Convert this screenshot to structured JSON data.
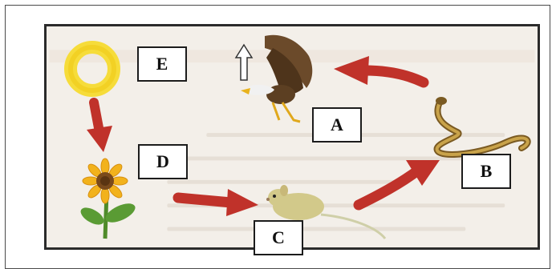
{
  "labels": {
    "a": "A",
    "b": "B",
    "c": "C",
    "d": "D",
    "e": "E"
  },
  "icons": {
    "sun": "sun-icon",
    "eagle": "eagle-icon",
    "snake": "snake-icon",
    "mouse": "mouse-icon",
    "sunflower": "sunflower-icon",
    "up_arrow": "up-arrow-icon"
  },
  "colors": {
    "arrow": "#c0322a",
    "sun": "#f3d21c",
    "panel_bg": "#f3efe9",
    "frame_border": "#2b2b2b"
  }
}
